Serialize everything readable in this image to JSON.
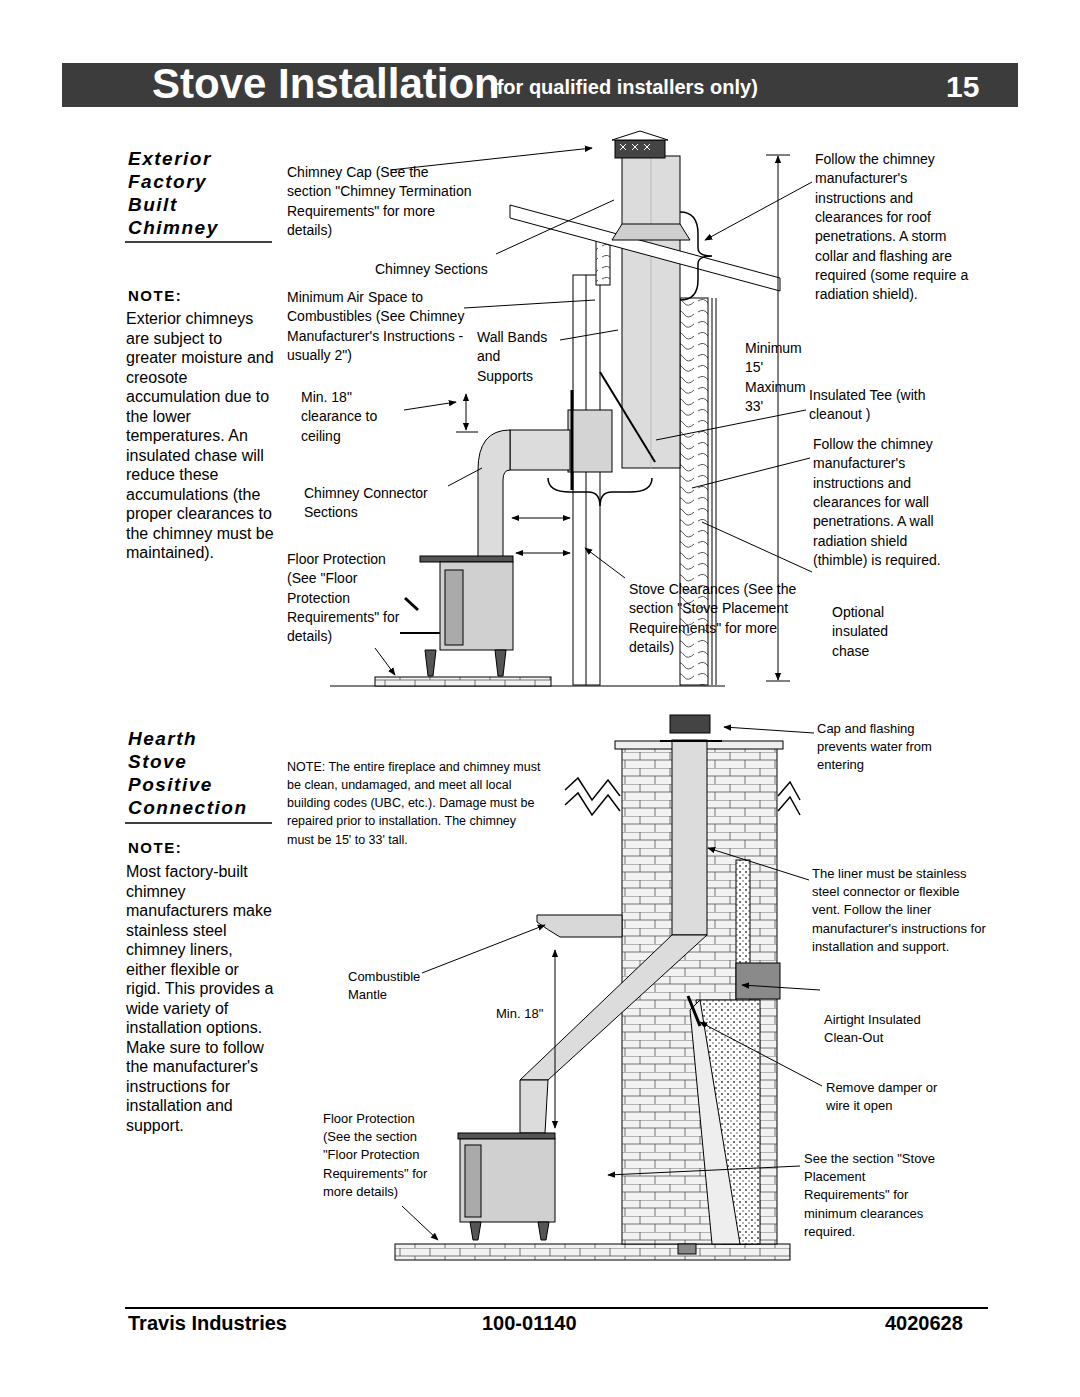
{
  "diagram": {
    "title": "Stove Installation",
    "labels": [
      "(for qualified installers only)",
      "15",
      "Exterior Factory Built Chimney",
      "NOTE:",
      "Exterior chimneys are subject to greater moisture and creosote accumulation due to the lower temperatures. An insulated chase will reduce these accumulations (the proper clearances to the chimney must be maintained).",
      "Chimney Cap (See the section \"Chimney Termination Requirements\" for more details)",
      "Chimney Sections",
      "Minimum Air Space to Combustibles (See Chimney Manufacturer's Instructions - usually 2\")",
      "Wall Bands and Supports",
      "Min. 18\" clearance to ceiling",
      "Chimney Connector Sections",
      "Floor Protection (See \"Floor Protection Requirements\" for details)",
      "Stove Clearances (See the section \"Stove Placement Requirements\" for more details)",
      "Follow the chimney manufacturer's instructions and clearances for roof penetrations. A storm collar and flashing are required (some require a radiation shield).",
      "Minimum 15' Maximum 33'",
      "Insulated Tee (with cleanout )",
      "Follow the chimney manufacturer's instructions and clearances for wall penetrations. A wall radiation shield (thimble) is required.",
      "Optional insulated chase",
      "Hearth Stove Positive Connection",
      "NOTE:",
      "Most factory-built chimney manufacturers make stainless steel chimney liners, either flexible or rigid. This provides a wide variety of installation options. Make sure to follow the manufacturer's instructions for installation and support.",
      "NOTE: The entire fireplace and chimney must be clean, undamaged, and meet all local building codes (UBC, etc.). Damage must be repaired prior to installation. The chimney must be 15' to 33' tall.",
      "Cap and flashing prevents water from entering",
      "The liner must be stainless steel connector or flexible vent. Follow the liner manufacturer's instructions for installation and support.",
      "Combustible Mantle",
      "Min. 18\"",
      "Airtight Insulated Clean-Out",
      "Remove damper or wire it open",
      "Floor Protection (See the section \"Floor Protection Requirements\" for more details)",
      "See the section \"Stove Placement Requirements\" for minimum clearances required.",
      "Travis Industries",
      "100-01140",
      "4020628"
    ]
  }
}
